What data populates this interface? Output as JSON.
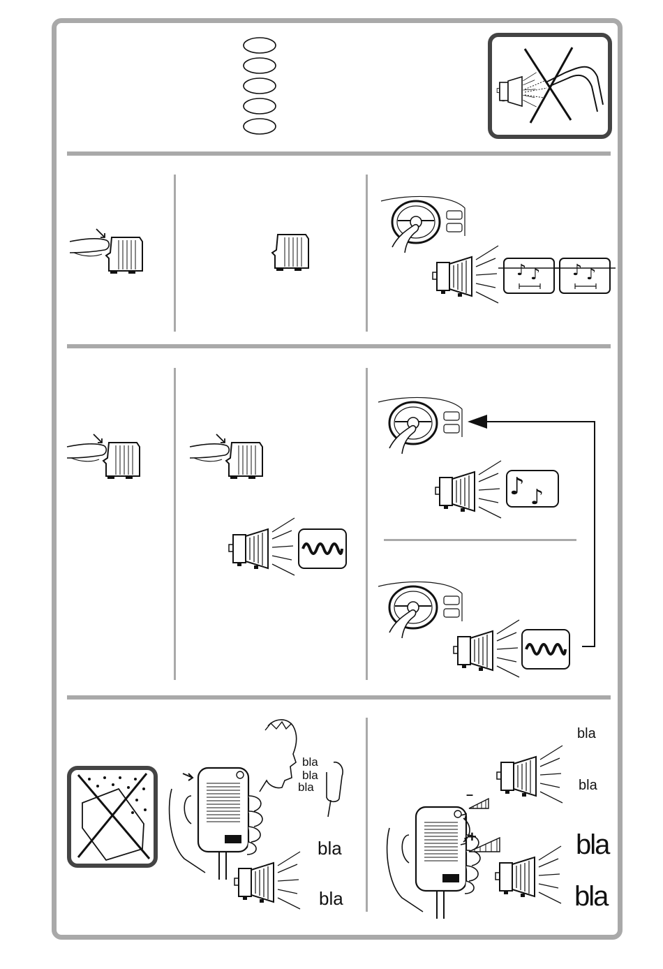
{
  "speech": {
    "face_1": "bla",
    "face_2": "bla",
    "face_3": "bla",
    "speaker_left_top": "bla",
    "speaker_left_bottom": "bla",
    "speaker_quiet_top": "bla",
    "speaker_quiet_bottom": "bla",
    "speaker_loud_top": "bla",
    "speaker_loud_bottom": "bla"
  },
  "volume": {
    "decrease_symbol": "–",
    "increase_symbol": "+"
  },
  "colors": {
    "frame": "#a9a9a9",
    "ink": "#111111"
  }
}
